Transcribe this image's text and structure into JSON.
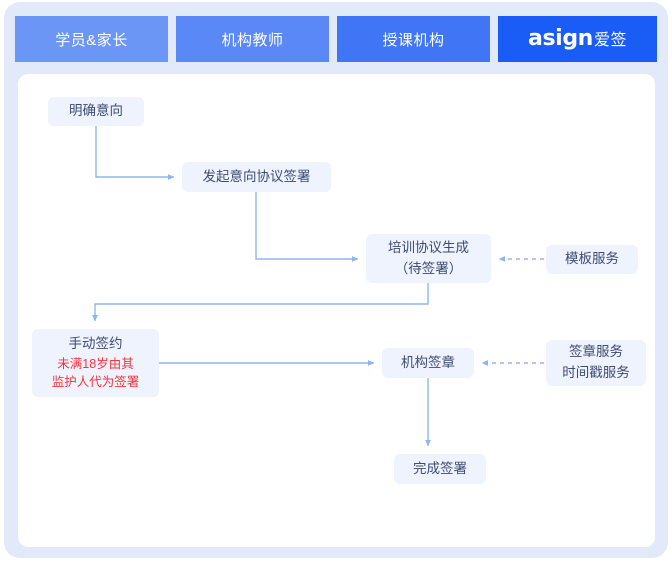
{
  "tabs": [
    {
      "label": "学员&家长",
      "color": "#6c96f6",
      "type": "text"
    },
    {
      "label": "机构教师",
      "color": "#5b88f7",
      "type": "text"
    },
    {
      "label": "授课机构",
      "color": "#4076f5",
      "type": "text"
    },
    {
      "label": "asign爱签",
      "latin": "asign",
      "cn": "爱签",
      "color": "#1a5cf6",
      "type": "logo"
    }
  ],
  "diagram": {
    "node_fill": "#eef3fd",
    "node_text_color": "#3e4b74",
    "warn_text_color": "#f5343c",
    "edge_color": "#8fb6e8",
    "nodes": {
      "intent": {
        "label": "明确意向"
      },
      "initiate": {
        "label": "发起意向协议签署"
      },
      "generate": {
        "line1": "培训协议生成",
        "line2": "（待签署）"
      },
      "template": {
        "label": "模板服务"
      },
      "manual": {
        "title": "手动签约",
        "warn1": "未满18岁由其",
        "warn2": "监护人代为签署"
      },
      "seal": {
        "label": "机构签章"
      },
      "service": {
        "line1": "签章服务",
        "line2": "时间戳服务"
      },
      "done": {
        "label": "完成签署"
      }
    }
  }
}
